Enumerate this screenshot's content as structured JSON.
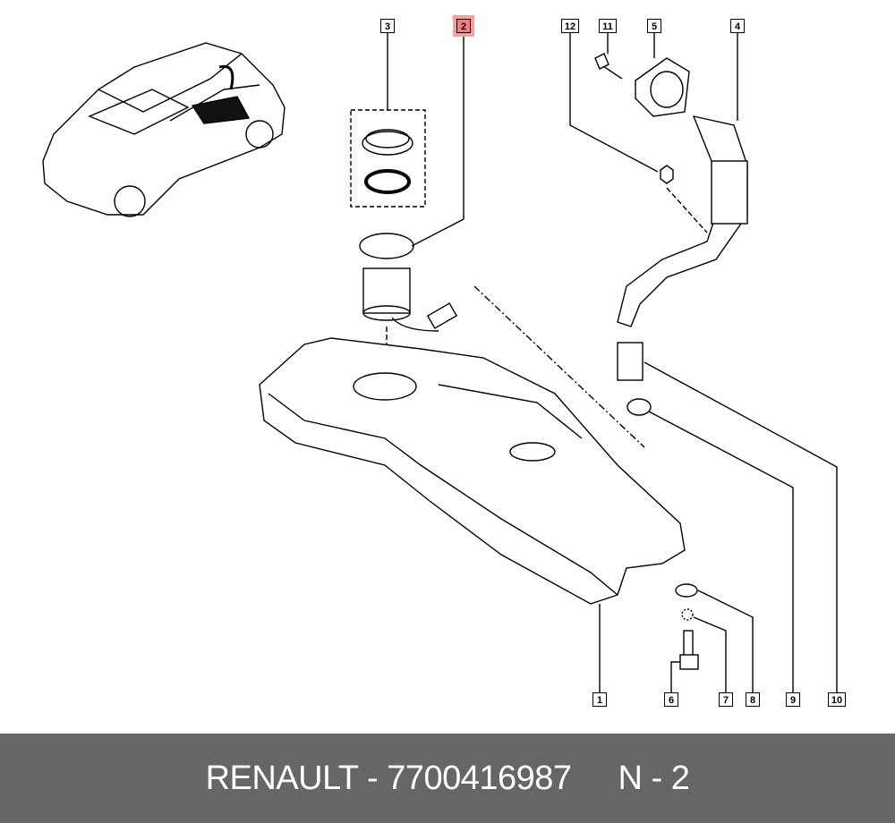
{
  "diagram": {
    "callouts_top": [
      "3",
      "2",
      "12",
      "11",
      "5",
      "4"
    ],
    "callouts_bottom": [
      "1",
      "6",
      "7",
      "8",
      "9",
      "10"
    ],
    "highlighted": "2",
    "highlight_color": "#f08080"
  },
  "footer": {
    "part_label": "RENAULT - 7700416987",
    "position_label": "N - 2",
    "background": "#666666"
  }
}
